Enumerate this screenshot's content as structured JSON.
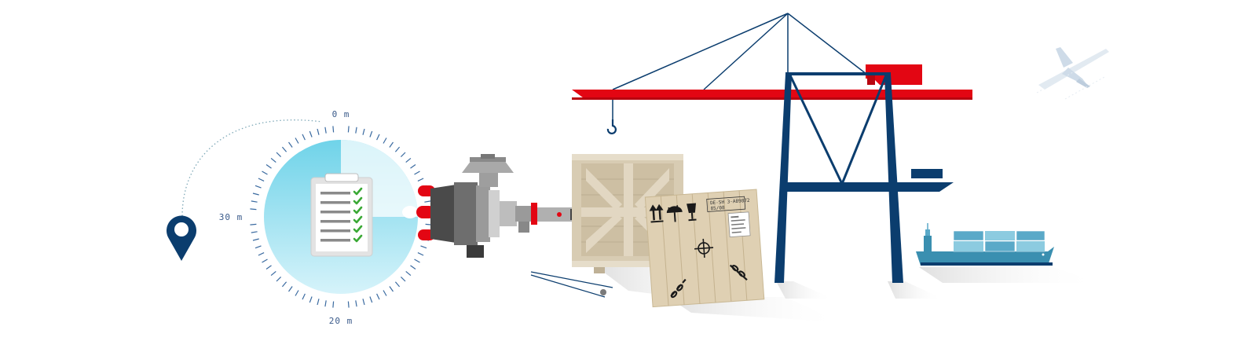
{
  "dial": {
    "top_label": "0 m",
    "left_label": "30 m",
    "bottom_label": "20 m",
    "progress": 0.25
  },
  "crate_label": {
    "line1": "DE-SH 3-A89872",
    "line2": "85/08"
  },
  "colors": {
    "navy": "#0b3d6e",
    "red": "#e30613",
    "crate": "#d9cbb0",
    "dial_fill": "#7fd8ea",
    "ship": "#3a8fb0",
    "container": "#5aa9c8",
    "check": "#3aa935"
  },
  "icons": [
    "location-pin-icon",
    "clipboard-checklist-icon",
    "pump-motor-icon",
    "wooden-crate-icon",
    "handling-symbols-icon",
    "harbor-crane-icon",
    "container-ship-icon",
    "airplane-icon"
  ]
}
